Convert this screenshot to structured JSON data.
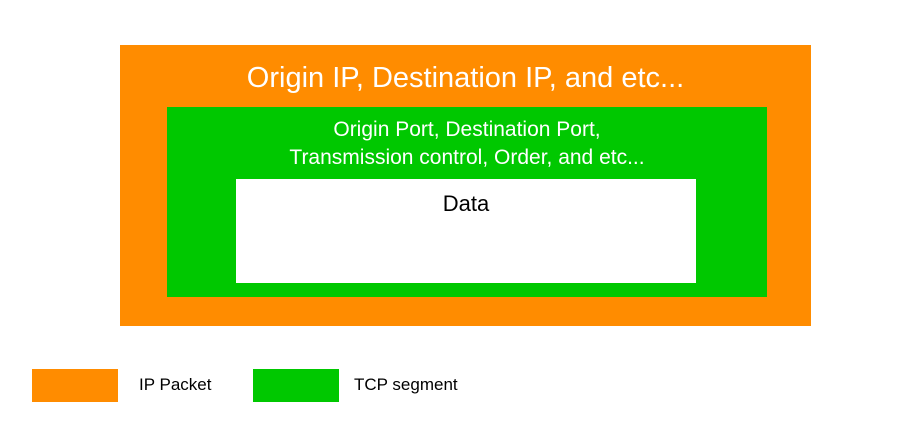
{
  "diagram": {
    "ip_packet": {
      "header": "Origin IP, Destination IP, and etc...",
      "color": "#FF8C00"
    },
    "tcp_segment": {
      "header_lines": [
        "Origin Port, Destination Port,",
        "Transmission control, Order, and etc..."
      ],
      "color": "#00C800"
    },
    "data": {
      "label": "Data"
    }
  },
  "legend": [
    {
      "label": "IP Packet",
      "color": "#FF8C00"
    },
    {
      "label": "TCP segment",
      "color": "#00C800"
    }
  ]
}
